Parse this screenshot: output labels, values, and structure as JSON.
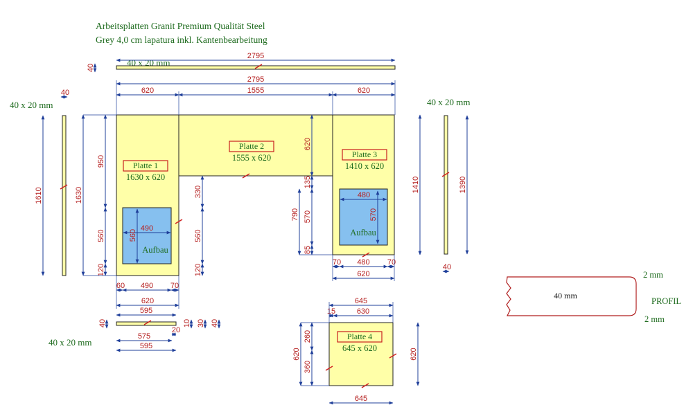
{
  "title": {
    "line1": "Arbeitsplatten Granit Premium Qualität Steel",
    "line2": "Grey 4,0 cm lapatura inkl. Kantenbearbeitung"
  },
  "colors": {
    "plate_fill": "#ffffa8",
    "sink_fill": "#86c0ef",
    "dim_line": "#1f3f9a",
    "dim_text": "#b52020",
    "label_green": "#1e6b1e",
    "label_border": "#c81e1e"
  },
  "strips": {
    "top_label": "40 x 20 mm",
    "top_len": "2795",
    "top_thick": "40",
    "left_label": "40 x 20 mm",
    "left_thick": "40",
    "left_len": "1610",
    "right_label": "40 x 20 mm",
    "right_len": "1390",
    "right_thick": "40",
    "bottom_label": "40 x 20 mm",
    "bottom_top": "595",
    "bottom_mid": "575",
    "bottom_bot": "595",
    "bottom_thick": "40",
    "bottom_side": "20",
    "bottom_r1": "10",
    "bottom_r2": "30",
    "bottom_r3": "40"
  },
  "plates": {
    "p1": {
      "name": "Platte 1",
      "size": "1630 x 620",
      "sink": "Aufbau"
    },
    "p2": {
      "name": "Platte 2",
      "size": "1555 x 620"
    },
    "p3": {
      "name": "Platte 3",
      "size": "1410 x 620",
      "sink": "Aufbau"
    },
    "p4": {
      "name": "Platte 4",
      "size": "645 x 620"
    }
  },
  "dims": {
    "total": "2795",
    "w620a": "620",
    "w1555": "1555",
    "w620b": "620",
    "h1630": "1630",
    "h950": "950",
    "h560a": "560",
    "h120a": "120",
    "h330": "330",
    "h560b": "560",
    "h120b": "120",
    "sink1_w": "490",
    "sink1_h": "560",
    "b60": "60",
    "b490": "490",
    "b70": "70",
    "b620": "620",
    "p2_620": "620",
    "h135": "135",
    "h790": "790",
    "h570": "570",
    "h85": "85",
    "sink3_w": "480",
    "sink3_h": "570",
    "h1410": "1410",
    "c70a": "70",
    "c480": "480",
    "c70b": "70",
    "c620": "620",
    "p4_645top": "645",
    "p4_15": "15",
    "p4_630": "630",
    "p4_260": "260",
    "p4_620l": "620",
    "p4_360": "360",
    "p4_620r": "620",
    "p4_645bot": "645"
  },
  "profile": {
    "label": "PROFIL",
    "width": "40 mm",
    "r_top": "2 mm",
    "r_bot": "2 mm"
  }
}
